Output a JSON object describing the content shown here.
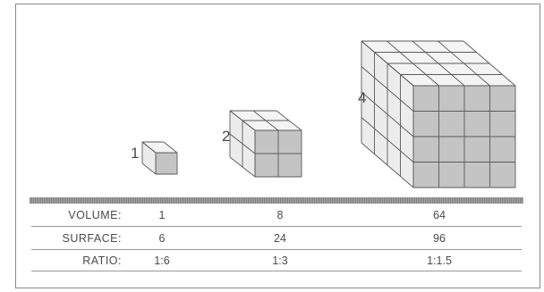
{
  "figure": {
    "cubes": [
      {
        "label": "1",
        "n": 1
      },
      {
        "label": "2",
        "n": 2
      },
      {
        "label": "4",
        "n": 4
      }
    ],
    "table": {
      "rows": [
        {
          "label": "VOLUME:",
          "values": [
            "1",
            "8",
            "64"
          ]
        },
        {
          "label": "SURFACE:",
          "values": [
            "6",
            "24",
            "96"
          ]
        },
        {
          "label": "RATIO:",
          "values": [
            "1:6",
            "1:3",
            "1:1.5"
          ]
        }
      ]
    },
    "colors": {
      "line": "#5a5a5a",
      "top_face": "#f4f4f4",
      "left_face": "#ececec",
      "right_face": "#c4c4c4",
      "text": "#4a4a4a"
    }
  }
}
